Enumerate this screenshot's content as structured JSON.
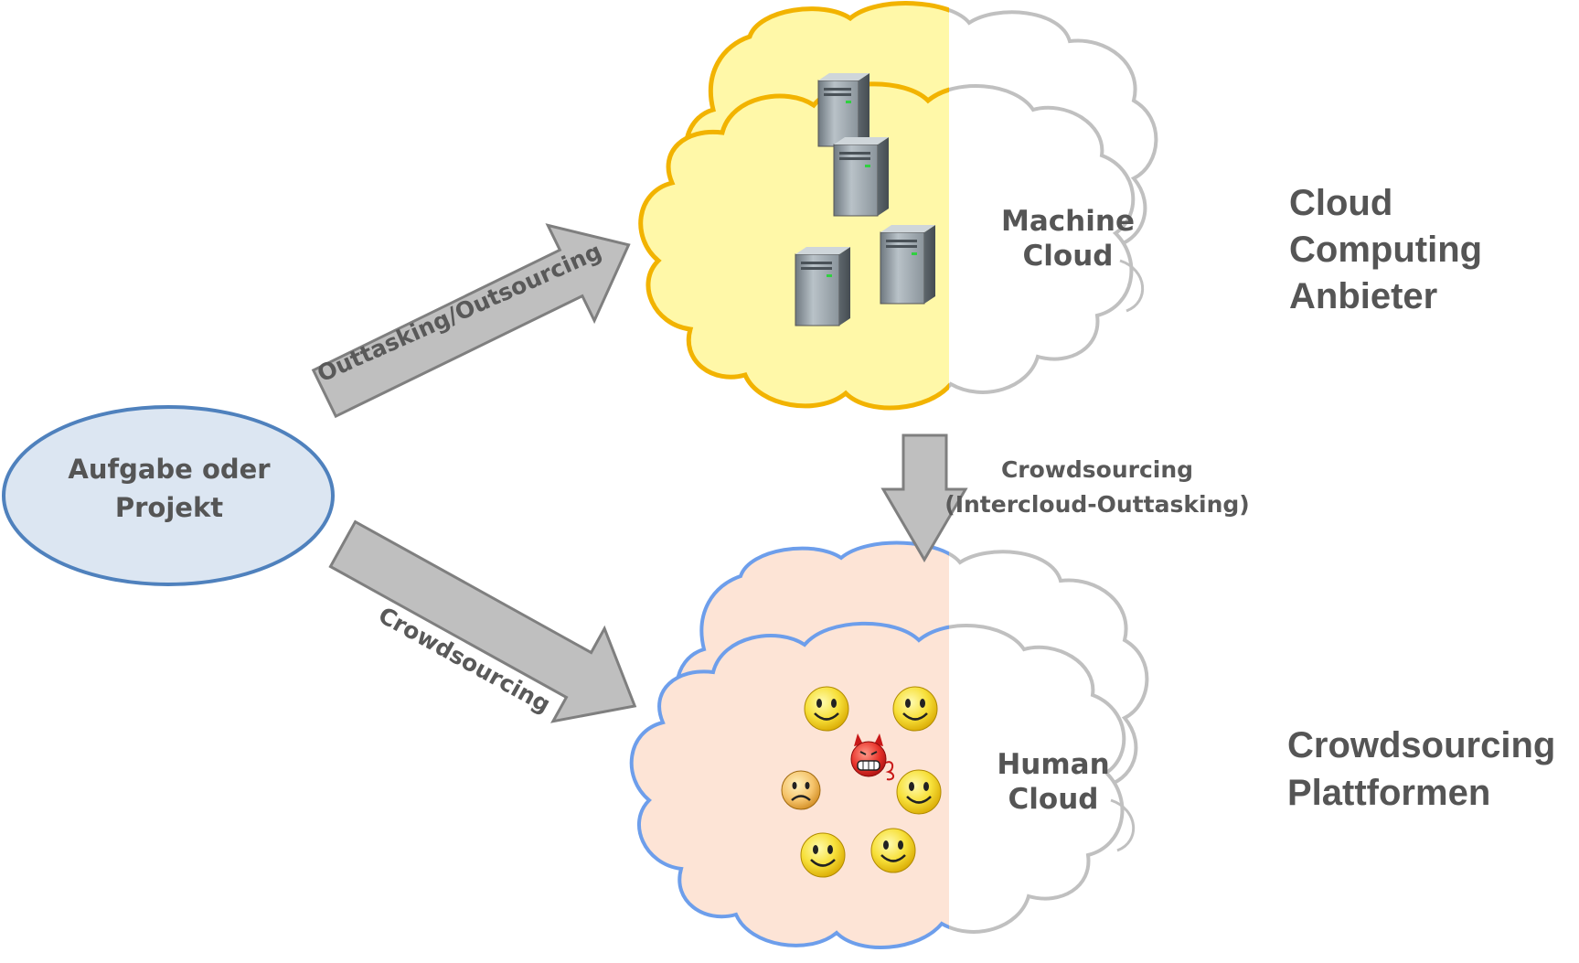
{
  "task": {
    "line1": "Aufgabe oder",
    "line2": "Projekt"
  },
  "arrows": {
    "outsourcing_label": "Outtasking/Outsourcing",
    "crowdsourcing_label": "Crowdsourcing",
    "intercloud_line1": "Crowdsourcing",
    "intercloud_line2": "(Intercloud-Outtasking)"
  },
  "machine_cloud": {
    "line1": "Machine",
    "line2": "Cloud"
  },
  "human_cloud": {
    "line1": "Human",
    "line2": "Cloud"
  },
  "side_labels": {
    "cloud_provider": [
      "Cloud",
      "Computing",
      "Anbieter"
    ],
    "crowd_platforms": [
      "Crowdsourcing",
      "Plattformen"
    ]
  },
  "colors": {
    "ellipse_fill": "#dce6f2",
    "ellipse_stroke": "#4f81bd",
    "machine_fill": "#fff8a8",
    "machine_stroke": "#f2b300",
    "human_fill": "#fde4d6",
    "human_stroke": "#6d9eeb",
    "cloud_outline_grey": "#c0c0c0",
    "arrow_fill": "#bfbfbf",
    "arrow_stroke": "#7f7f7f"
  },
  "icons": [
    "server-icon",
    "smiley-icon",
    "sad-face-icon",
    "devil-face-icon"
  ]
}
